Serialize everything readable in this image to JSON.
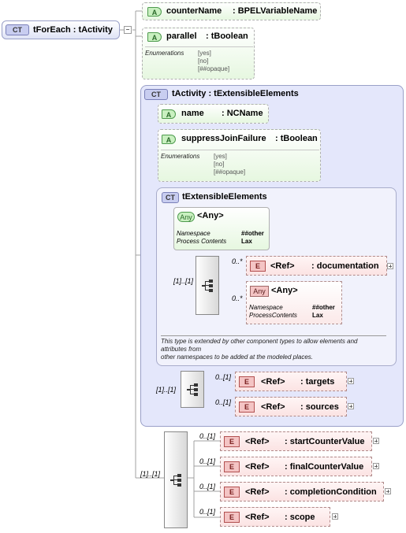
{
  "root": {
    "badge": "CT",
    "title": "tForEach : tActivity"
  },
  "attributes_top": [
    {
      "badge": "A",
      "name": "counterName",
      "type": ": BPELVariableName"
    },
    {
      "badge": "A",
      "name": "parallel",
      "type": ": tBoolean",
      "enum_label": "Enumerations",
      "enum_values": [
        "[yes]",
        "[no]",
        "[##opaque]"
      ]
    }
  ],
  "base_type": {
    "badge": "CT",
    "title": "tActivity : tExtensibleElements",
    "attributes": [
      {
        "badge": "A",
        "name": "name",
        "type": ": NCName"
      },
      {
        "badge": "A",
        "name": "suppressJoinFailure",
        "type": ": tBoolean",
        "enum_label": "Enumerations",
        "enum_values": [
          "[yes]",
          "[no]",
          "[##opaque]"
        ]
      }
    ],
    "extensible": {
      "badge": "CT",
      "title": "tExtensibleElements",
      "any_attr": {
        "badge": "Any",
        "title": "<Any>",
        "ns_label": "Namespace",
        "ns_value": "##other",
        "pc_label": "Process Contents",
        "pc_value": "Lax"
      },
      "seq_multiplicity": "[1]..[1]",
      "items": [
        {
          "mult": "0..*",
          "badge": "E",
          "ref": "<Ref>",
          "name": ": documentation"
        },
        {
          "mult": "0..*",
          "badge": "Any",
          "title": "<Any>",
          "ns_label": "Namespace",
          "ns_value": "##other",
          "pc_label": "ProcessContents",
          "pc_value": "Lax"
        }
      ],
      "note": "This type is extended by other component types to allow elements and attributes from other namespaces to be added at the modeled places.",
      "note_lines": [
        "This type is extended by other component types to allow elements and",
        "attributes from",
        "other namespaces to be added at the modeled places."
      ]
    },
    "seq_multiplicity": "[1]..[1]",
    "elements": [
      {
        "mult": "0..[1]",
        "badge": "E",
        "ref": "<Ref>",
        "name": ": targets"
      },
      {
        "mult": "0..[1]",
        "badge": "E",
        "ref": "<Ref>",
        "name": ": sources"
      }
    ]
  },
  "main_seq": {
    "multiplicity": "[1]..[1]",
    "elements": [
      {
        "mult": "0..[1]",
        "badge": "E",
        "ref": "<Ref>",
        "name": ": startCounterValue"
      },
      {
        "mult": "0..[1]",
        "badge": "E",
        "ref": "<Ref>",
        "name": ": finalCounterValue"
      },
      {
        "mult": "0..[1]",
        "badge": "E",
        "ref": "<Ref>",
        "name": ": completionCondition"
      },
      {
        "mult": "0..[1]",
        "badge": "E",
        "ref": "<Ref>",
        "name": ": scope"
      }
    ]
  },
  "colors": {
    "ct": "#c8cdf0",
    "attribute": "#c9f0c0",
    "element": "#f4c4c4",
    "group_bg": "#e4e7fb"
  }
}
